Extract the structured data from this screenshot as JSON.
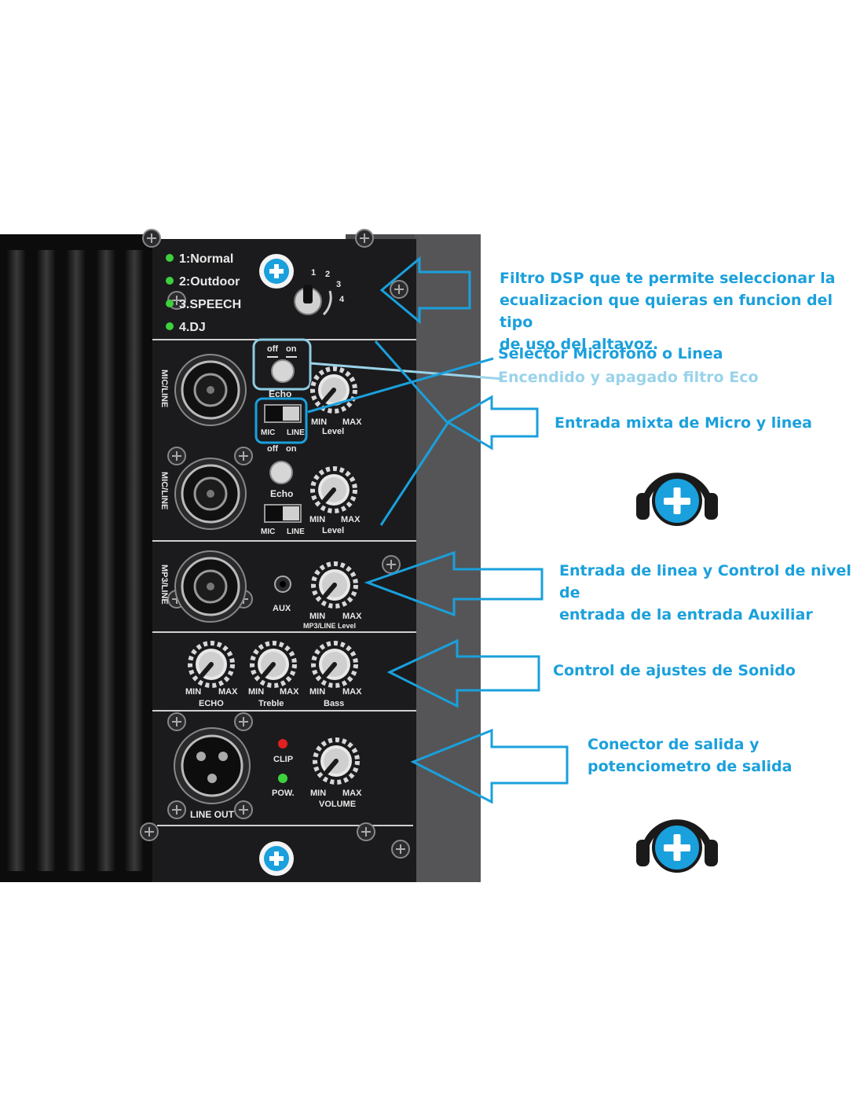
{
  "panel": {
    "dsp_modes": [
      "1:Normal",
      "2:Outdoor",
      "3.SPEECH",
      "4.DJ"
    ],
    "dsp_selector_numbers": [
      "1",
      "2",
      "3",
      "4"
    ],
    "echo_switch": {
      "off": "off",
      "on": "on",
      "label": "Echo"
    },
    "input_switch": {
      "mic": "MIC",
      "line": "LINE"
    },
    "channel1": {
      "jack_label": "MIC/LINE",
      "knob_min": "MIN",
      "knob_max": "MAX",
      "knob_label": "Level"
    },
    "channel2": {
      "jack_label": "MIC/LINE",
      "knob_min": "MIN",
      "knob_max": "MAX",
      "knob_label": "Level"
    },
    "channel3": {
      "jack_label": "MP3/LINE",
      "aux_label": "AUX",
      "knob_min": "MIN",
      "knob_max": "MAX",
      "knob_label": "MP3/LINE Level"
    },
    "tone": {
      "echo": {
        "min": "MIN",
        "max": "MAX",
        "label": "ECHO"
      },
      "treble": {
        "min": "MIN",
        "max": "MAX",
        "label": "Treble"
      },
      "bass": {
        "min": "MIN",
        "max": "MAX",
        "label": "Bass"
      }
    },
    "output": {
      "jack_label": "LINE OUT",
      "clip_label": "CLIP",
      "pow_label": "POW.",
      "knob_min": "MIN",
      "knob_max": "MAX",
      "knob_label": "VOLUME"
    }
  },
  "annotations": {
    "dsp": "Filtro DSP que te permite seleccionar la\necualizacion que quieras en funcion del tipo\nde uso del altavoz.",
    "selector": "Selector Microfono o Linea",
    "echo_filter": "Encendido y apagado filtro Eco",
    "mixed_input": "Entrada mixta de Micro y linea",
    "line_aux": "Entrada de linea y Control de nivel de\nentrada de la entrada Auxiliar",
    "sound": "Control de ajustes de Sonido",
    "output": "Conector de salida y\npotenciometro de salida"
  },
  "colors": {
    "accent": "#1aa0dc",
    "light_accent": "#9ad3ea",
    "panel": "#1b1b1d",
    "cabinet": "#4a4a4c",
    "led_green": "#3dd13d",
    "led_red": "#e02020"
  },
  "icons": [
    "headphones-plus-icon",
    "screw-icon",
    "arrow-icon"
  ]
}
